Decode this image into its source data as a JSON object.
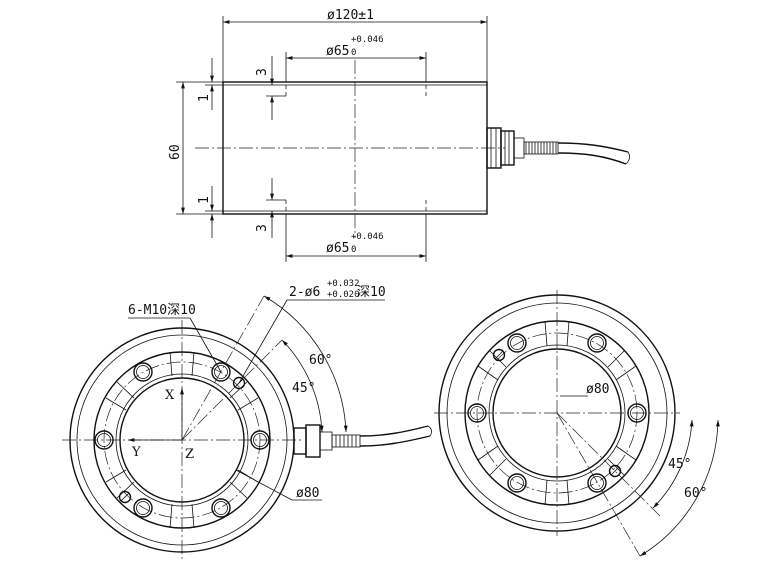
{
  "side_view": {
    "outer_diameter": "ø120±1",
    "bore_top": {
      "main": "ø65",
      "upper": "+0.046",
      "lower": "0"
    },
    "bore_bottom": {
      "main": "ø65",
      "upper": "+0.046",
      "lower": "0"
    },
    "height": "60",
    "chamfer_top": "1",
    "chamfer_bottom": "1",
    "depth_top": "3",
    "depth_bottom": "3"
  },
  "top_view": {
    "thread_holes": "6-M10深10",
    "pin_holes": {
      "prefix": "2-ø6",
      "upper": "+0.032",
      "lower": "+0.020",
      "suffix": "深10"
    },
    "angle_60": "60°",
    "angle_45": "45°",
    "axis_x": "X",
    "axis_y": "Y",
    "axis_z": "Z",
    "inner_diameter": "ø80"
  },
  "bottom_view": {
    "inner_diameter": "ø80",
    "angle_45": "45°",
    "angle_60": "60°"
  }
}
